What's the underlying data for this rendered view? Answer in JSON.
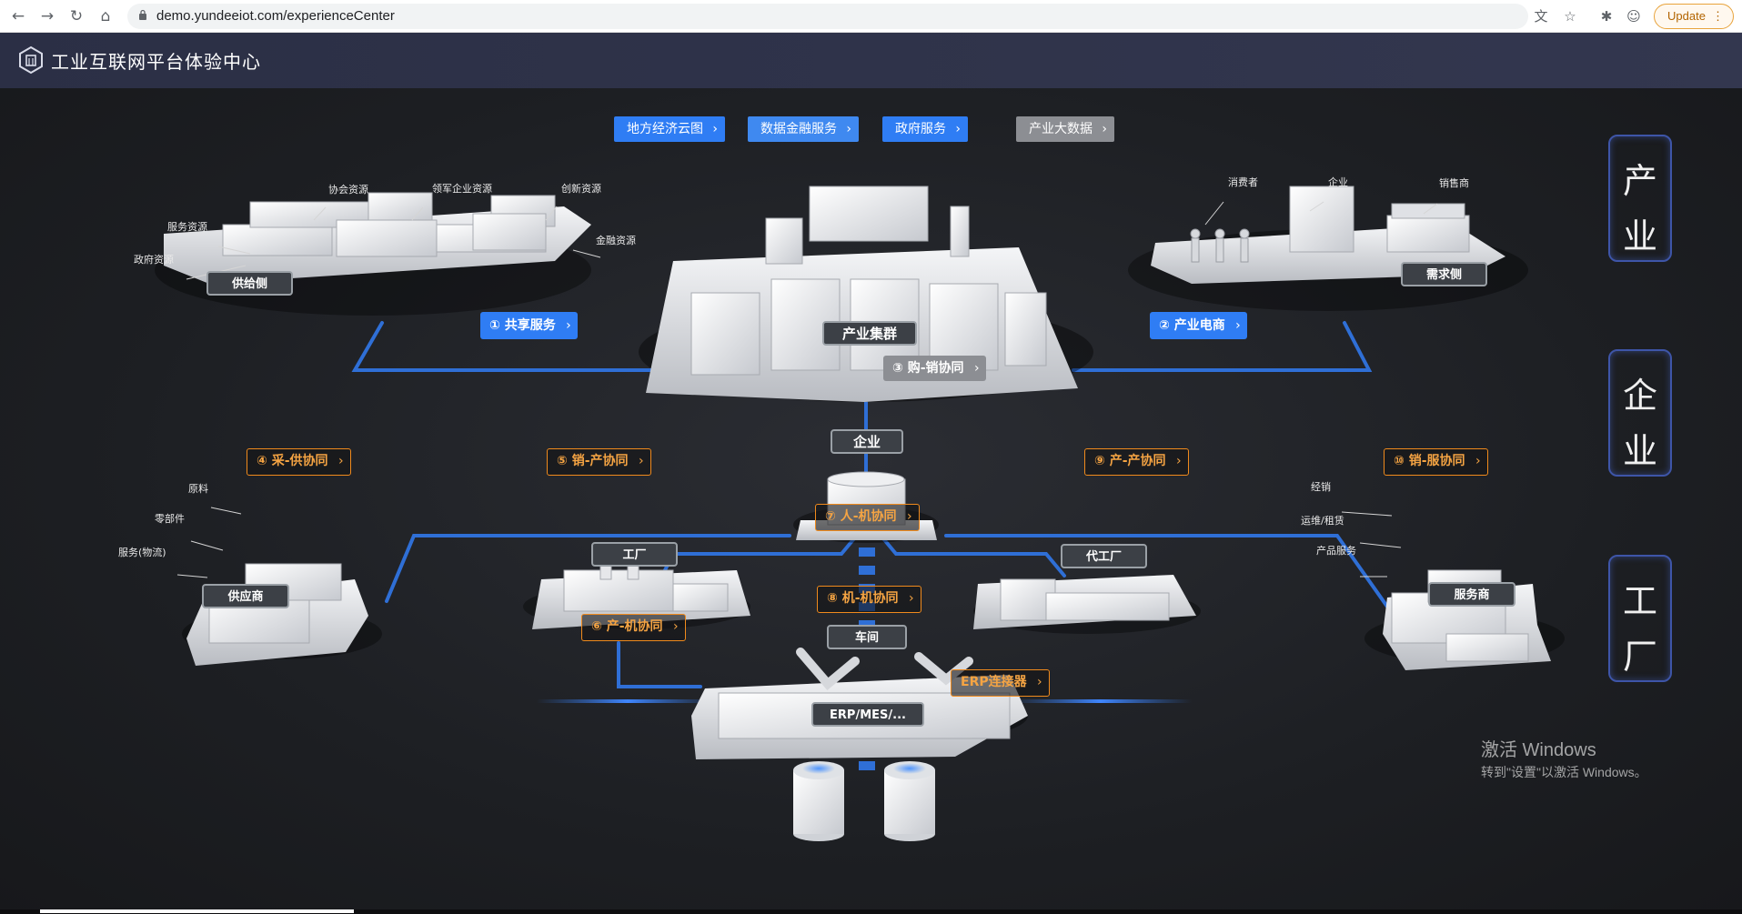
{
  "browser": {
    "url": "demo.yundeeiot.com/experienceCenter",
    "update_label": "Update",
    "update_menu": "⋮"
  },
  "header": {
    "title": "工业互联网平台体验中心"
  },
  "top_tabs": [
    {
      "label": "地方经济云图",
      "color": "#2f7df4"
    },
    {
      "label": "数据金融服务",
      "color": "#3f89f0"
    },
    {
      "label": "政府服务",
      "color": "#2f7df4"
    },
    {
      "label": "产业大数据",
      "color": "#8c8e93"
    }
  ],
  "nodes": {
    "supply_side": "供给侧",
    "demand_side": "需求侧",
    "industry_cluster": "产业集群",
    "enterprise": "企业",
    "supplier": "供应商",
    "factory": "工厂",
    "oem_factory": "代工厂",
    "service_provider": "服务商",
    "workshop": "车间",
    "erp": "ERP/MES/..."
  },
  "pills": {
    "shared_service": "① 共享服务",
    "industry_ecommerce": "② 产业电商",
    "purchase_sales": "③ 购-销协同",
    "purchase_supply": "④ 采-供协同",
    "sales_production": "⑤ 销-产协同",
    "production_machine": "⑥ 产-机协同",
    "human_machine": "⑦ 人-机协同",
    "machine_machine": "⑧ 机-机协同",
    "production_production": "⑨ 产-产协同",
    "sales_service": "⑩ 销-服协同",
    "erp_connector": "ERP连接器"
  },
  "resource_labels": {
    "association": "协会资源",
    "leading_enterprise": "领军企业资源",
    "innovation": "创新资源",
    "service": "服务资源",
    "government": "政府资源",
    "finance": "金融资源",
    "consumer": "消费者",
    "company": "企业",
    "seller": "销售商",
    "raw_material": "原料",
    "parts": "零部件",
    "service_logistics": "服务(物流)",
    "distribution": "经销",
    "maintenance_leasing": "运维/租赁",
    "product_service": "产品服务"
  },
  "side_panels": {
    "industry": [
      "产",
      "业"
    ],
    "enterprise": [
      "企",
      "业"
    ],
    "factory": [
      "工",
      "厂"
    ]
  },
  "watermark": {
    "line1": "激活 Windows",
    "line2": "转到\"设置\"以激活 Windows。"
  },
  "colors": {
    "accent_blue": "#2f7df4",
    "accent_orange": "#f08a1c",
    "line_blue": "#2f6fd6",
    "side_border": "#3e55a8"
  }
}
